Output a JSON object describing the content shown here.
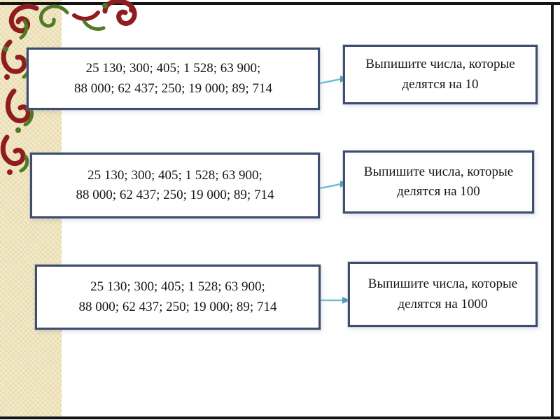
{
  "rows": [
    {
      "numbers_line1": "25 130; 300; 405; 1 528; 63 900;",
      "numbers_line2": "88 000; 62 437; 250; 19 000; 89; 714",
      "task_line1": "Выпишите числа, которые",
      "task_line2": "делятся на 10"
    },
    {
      "numbers_line1": "25 130; 300; 405; 1 528; 63 900;",
      "numbers_line2": "88 000; 62 437; 250; 19 000; 89; 714",
      "task_line1": "Выпишите числа, которые",
      "task_line2": "делятся на 100"
    },
    {
      "numbers_line1": "25 130; 300; 405; 1 528; 63 900;",
      "numbers_line2": "88 000; 62 437; 250; 19 000; 89; 714",
      "task_line1": "Выпишите числа, которые",
      "task_line2": "делятся на 1000"
    }
  ],
  "decor": {
    "ornament_left": "floral-scroll-corner-ornament",
    "ornament_right": "floral-scroll-corner-ornament",
    "colors": {
      "box_border": "#3f4e6e",
      "connector_teal": "#74bfce",
      "ornament_red": "#8f1d1f",
      "ornament_green": "#507a26",
      "sidebar_beige": "#efe3bb",
      "frame_black": "#141414"
    }
  }
}
